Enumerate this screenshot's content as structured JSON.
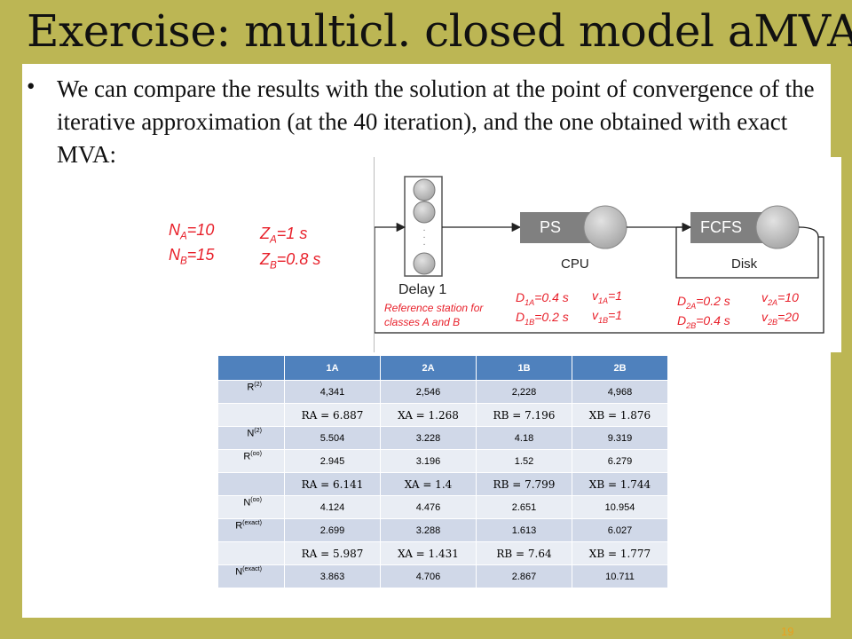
{
  "title": "Exercise: multicl. closed model aMVA",
  "bullet_symbol": "•",
  "bullet_text": "We can compare the results with the solution at the point of convergence of the iterative approximation (at the 40 iteration), and the one obtained with exact MVA:",
  "params": {
    "na": "N",
    "na_sub": "A",
    "na_val": "=10",
    "nb": "N",
    "nb_sub": "B",
    "nb_val": "=15",
    "za": "Z",
    "za_sub": "A",
    "za_val": "=1 s",
    "zb": "Z",
    "zb_sub": "B",
    "zb_val": "=0.8 s"
  },
  "diagram": {
    "ps_label": "PS",
    "fcfs_label": "FCFS",
    "cpu_label": "CPU",
    "disk_label": "Disk",
    "delay_label": "Delay 1",
    "ref_note_1": "Reference station for",
    "ref_note_2": "classes A and B",
    "d1a": "D",
    "d1a_sub": "1A",
    "d1a_val": "=0.4 s",
    "d1b": "D",
    "d1b_sub": "1B",
    "d1b_val": "=0.2 s",
    "v1a": "v",
    "v1a_sub": "1A",
    "v1a_val": "=1",
    "v1b": "v",
    "v1b_sub": "1B",
    "v1b_val": "=1",
    "d2a": "D",
    "d2a_sub": "2A",
    "d2a_val": "=0.2 s",
    "d2b": "D",
    "d2b_sub": "2B",
    "d2b_val": "=0.4 s",
    "v2a": "v",
    "v2a_sub": "2A",
    "v2a_val": "=10",
    "v2b": "v",
    "v2b_sub": "2B",
    "v2b_val": "=20"
  },
  "table": {
    "headers": [
      "",
      "1A",
      "2A",
      "1B",
      "2B"
    ],
    "rows": [
      {
        "label": "R",
        "sup": "(2)",
        "cells": [
          "4,341",
          "2,546",
          "2,228",
          "4,968"
        ],
        "math": false
      },
      {
        "label": "",
        "sup": "",
        "cells": [
          "RA = 6.887",
          "XA = 1.268",
          "RB = 7.196",
          "XB = 1.876"
        ],
        "math": true
      },
      {
        "label": "N",
        "sup": "(2)",
        "cells": [
          "5.504",
          "3.228",
          "4.18",
          "9.319"
        ],
        "math": false
      },
      {
        "label": "R",
        "sup": "(oo)",
        "cells": [
          "2.945",
          "3.196",
          "1.52",
          "6.279"
        ],
        "math": false
      },
      {
        "label": "",
        "sup": "",
        "cells": [
          "RA = 6.141",
          "XA = 1.4",
          "RB = 7.799",
          "XB = 1.744"
        ],
        "math": true
      },
      {
        "label": "N",
        "sup": "(oo)",
        "cells": [
          "4.124",
          "4.476",
          "2.651",
          "10.954"
        ],
        "math": false
      },
      {
        "label": "R",
        "sup": "(exact)",
        "cells": [
          "2.699",
          "3.288",
          "1.613",
          "6.027"
        ],
        "math": false
      },
      {
        "label": "",
        "sup": "",
        "cells": [
          "RA = 5.987",
          "XA = 1.431",
          "RB = 7.64",
          "XB = 1.777"
        ],
        "math": true
      },
      {
        "label": "N",
        "sup": "(exact)",
        "cells": [
          "3.863",
          "4.706",
          "2.867",
          "10.711"
        ],
        "math": false
      }
    ]
  },
  "page_number": "19"
}
